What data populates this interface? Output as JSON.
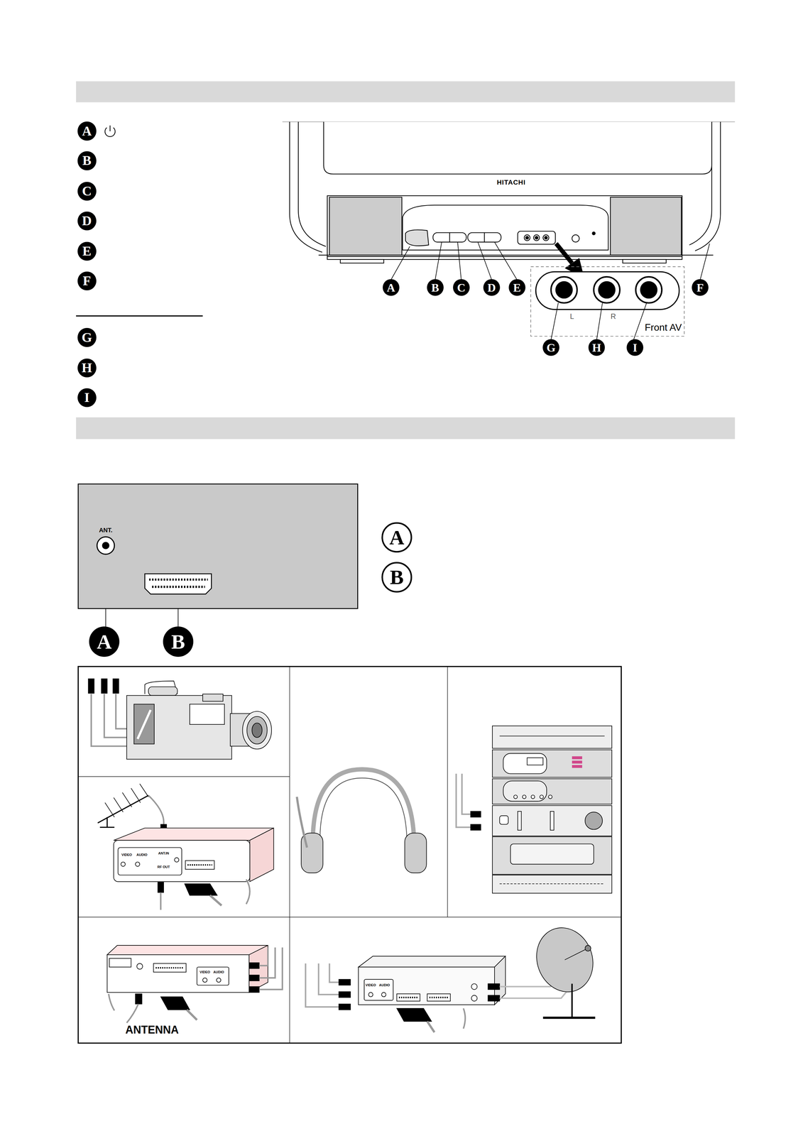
{
  "diagram": {
    "nodes": [
      {
        "text": [
          "A"
        ]
      },
      {
        "text": [
          "B"
        ]
      },
      {
        "text": [
          "C"
        ]
      },
      {
        "text": [
          "D"
        ]
      },
      {
        "text": [
          "E"
        ]
      },
      {
        "text": [
          "F"
        ]
      },
      {
        "text": [
          "G"
        ]
      },
      {
        "text": [
          "H"
        ]
      },
      {
        "text": [
          "I"
        ]
      },
      {
        "text": [
          "A"
        ]
      },
      {
        "text": [
          "B"
        ]
      },
      {
        "text": [
          "C"
        ]
      },
      {
        "text": [
          "D"
        ]
      },
      {
        "text": [
          "E"
        ]
      },
      {
        "text": [
          "F"
        ]
      },
      {
        "text": [
          "L",
          "R",
          "Front AV"
        ]
      },
      {
        "text": [
          "G"
        ]
      },
      {
        "text": [
          "H"
        ]
      },
      {
        "text": [
          "I"
        ]
      },
      {
        "text": [
          "ANT."
        ]
      },
      {
        "text": [
          "A"
        ]
      },
      {
        "text": [
          "B"
        ]
      },
      {
        "text": [
          "A"
        ]
      },
      {
        "text": [
          "B"
        ]
      }
    ],
    "labels": [
      "HITACHI",
      "VIDEO",
      "AUDIO",
      "ANT.IN",
      "RF OUT",
      "VIDEO",
      "AUDIO",
      "ANTENNA",
      "VIDEO",
      "AUDIO"
    ]
  }
}
